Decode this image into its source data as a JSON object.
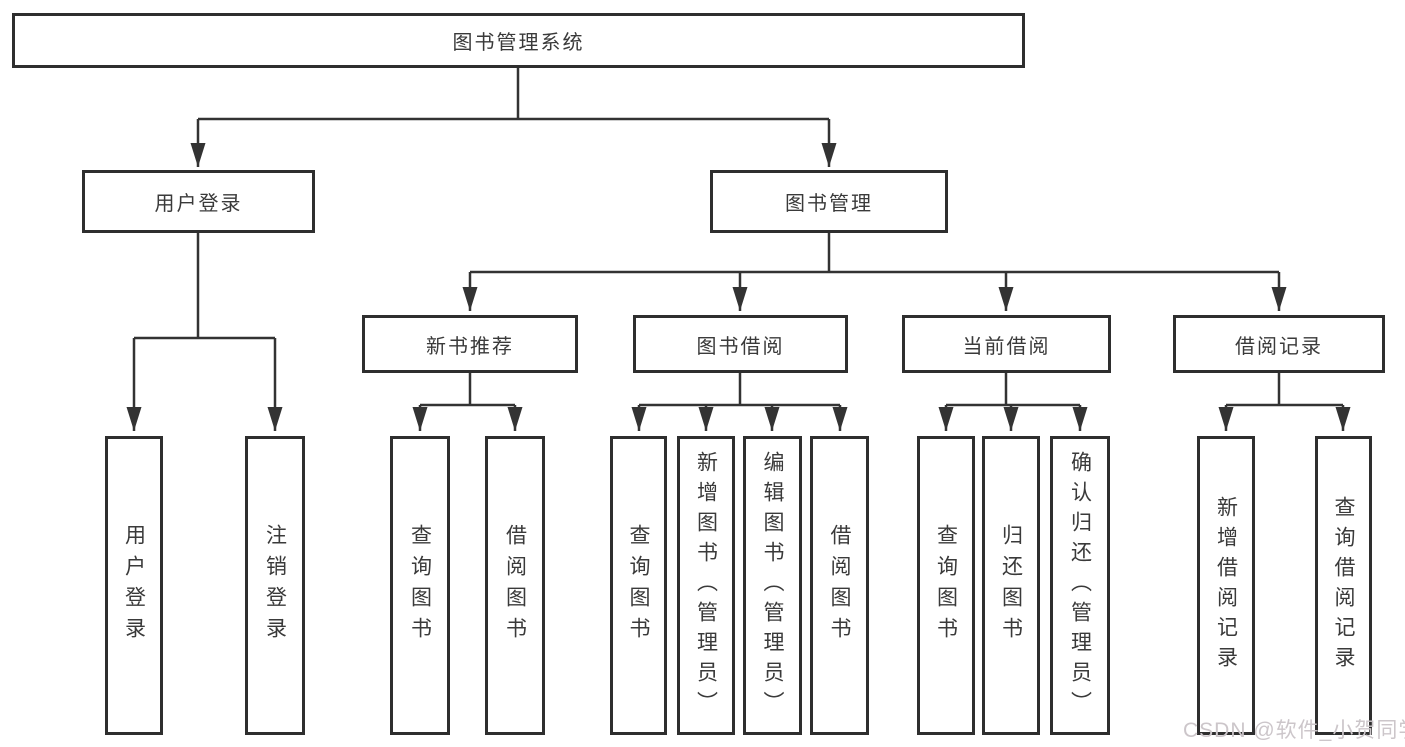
{
  "tree": {
    "root": {
      "label": "图书管理系统"
    },
    "user_login": {
      "label": "用户登录",
      "children": [
        "用户登录",
        "注销登录"
      ]
    },
    "book_mgmt": {
      "label": "图书管理",
      "sections": [
        {
          "label": "新书推荐",
          "children": [
            "查询图书",
            "借阅图书"
          ]
        },
        {
          "label": "图书借阅",
          "children": [
            "查询图书",
            "新增图书（管理员）",
            "编辑图书（管理员）",
            "借阅图书"
          ]
        },
        {
          "label": "当前借阅",
          "children": [
            "查询图书",
            "归还图书",
            "确认归还（管理员）"
          ]
        },
        {
          "label": "借阅记录",
          "children": [
            "新增借阅记录",
            "查询借阅记录"
          ]
        }
      ]
    }
  },
  "watermark": "CSDN @软件_小贺同学",
  "colors": {
    "line": "#333333",
    "box_border": "#2e2e2e",
    "text": "#3a3a3a",
    "watermark": "#ccc6ca",
    "background": "#ffffff"
  }
}
